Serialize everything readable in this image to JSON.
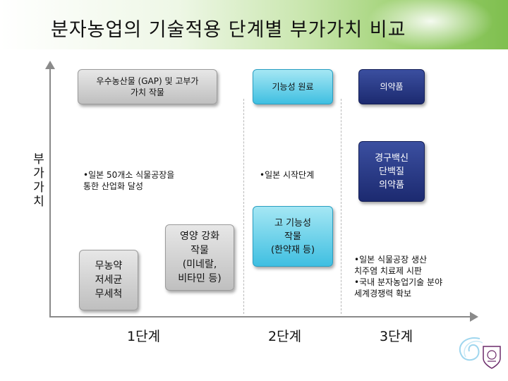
{
  "title": "분자농업의 기술적용 단계별 부가가치 비교",
  "y_axis_label": "부가가치",
  "stages": [
    "1단계",
    "2단계",
    "3단계"
  ],
  "boxes": {
    "gap_crops": "우수농산물 (GAP) 및 고부가\n가치 작물",
    "functional_materials": "기능성 원료",
    "pharmaceuticals": "의약품",
    "oral_vaccine": "경구백신\n단백질\n의약품",
    "high_functional_crops": "고 기능성\n작물\n(한약재 등)",
    "nutrition_crops": "영양 강화\n작물\n(미네랄,\n비타민 등)",
    "organic_crops": "무농약\n저세균\n무세척"
  },
  "notes": {
    "stage1": "•일본 50개소 식물공장을\n통한 산업화 달성",
    "stage2": "•일본 시작단계",
    "stage3": "•일본 식물공장 생산\n치주염 치료제 시판\n•국내 분자농업기술 분야\n세계경쟁력 확보"
  },
  "colors": {
    "gray_box": "#bfbfbf",
    "cyan_box": "#3fbfe1",
    "navy_box": "#1c2a70",
    "axis": "#8a8a8a",
    "banner_green": "#7fbf4f"
  },
  "icons": {
    "logo": "university-logo-icon",
    "swirl": "swirl-decoration-icon"
  }
}
